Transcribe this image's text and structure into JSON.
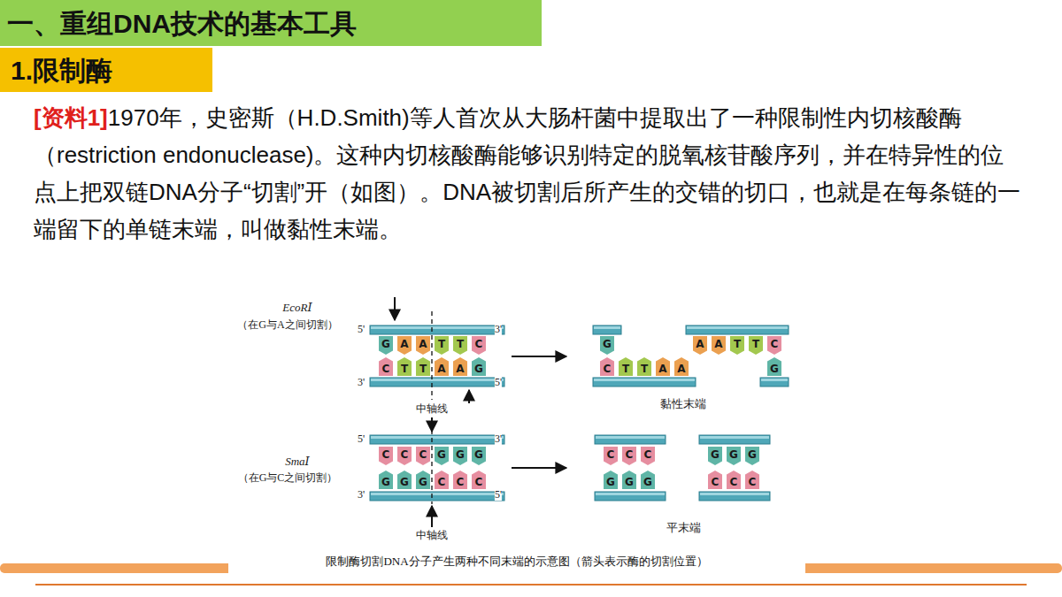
{
  "diagram": {
    "title": "一、重组DNA技术的基本工具",
    "caption": "限制酶切割DNA分子产生两种不同末端的示意图（箭头表示酶的切割位置）",
    "nodes": [
      {
        "text": [
          "1.限制酶"
        ]
      },
      {
        "text": [
          "G"
        ]
      },
      {
        "text": [
          "A"
        ]
      },
      {
        "text": [
          "A"
        ]
      },
      {
        "text": [
          "T"
        ]
      },
      {
        "text": [
          "T"
        ]
      },
      {
        "text": [
          "C"
        ]
      },
      {
        "text": [
          "C"
        ]
      },
      {
        "text": [
          "T"
        ]
      },
      {
        "text": [
          "T"
        ]
      },
      {
        "text": [
          "A"
        ]
      },
      {
        "text": [
          "A"
        ]
      },
      {
        "text": [
          "G"
        ]
      },
      {
        "text": [
          "G"
        ]
      },
      {
        "text": [
          "A"
        ]
      },
      {
        "text": [
          "A"
        ]
      },
      {
        "text": [
          "T"
        ]
      },
      {
        "text": [
          "T"
        ]
      },
      {
        "text": [
          "C"
        ]
      },
      {
        "text": [
          "C"
        ]
      },
      {
        "text": [
          "T"
        ]
      },
      {
        "text": [
          "T"
        ]
      },
      {
        "text": [
          "A"
        ]
      },
      {
        "text": [
          "A"
        ]
      },
      {
        "text": [
          "G"
        ]
      },
      {
        "text": [
          "C"
        ]
      },
      {
        "text": [
          "C"
        ]
      },
      {
        "text": [
          "C"
        ]
      },
      {
        "text": [
          "G"
        ]
      },
      {
        "text": [
          "G"
        ]
      },
      {
        "text": [
          "G"
        ]
      },
      {
        "text": [
          "G"
        ]
      },
      {
        "text": [
          "G"
        ]
      },
      {
        "text": [
          "G"
        ]
      },
      {
        "text": [
          "C"
        ]
      },
      {
        "text": [
          "C"
        ]
      },
      {
        "text": [
          "C"
        ]
      },
      {
        "text": [
          "C"
        ]
      },
      {
        "text": [
          "C"
        ]
      },
      {
        "text": [
          "C"
        ]
      },
      {
        "text": [
          "G"
        ]
      },
      {
        "text": [
          "G"
        ]
      },
      {
        "text": [
          "G"
        ]
      },
      {
        "text": [
          "G"
        ]
      },
      {
        "text": [
          "G"
        ]
      },
      {
        "text": [
          "G"
        ]
      },
      {
        "text": [
          "C"
        ]
      },
      {
        "text": [
          "C"
        ]
      },
      {
        "text": [
          "C"
        ]
      }
    ],
    "labels": [
      "[资料1]",
      "1970年，史密斯（H.D.Smith)等人首次从大肠杆菌中提取出了一种限制性内切核酸酶（restriction endonuclease)。这种内切核酸酶能够识别特定的脱氧核苷酸序列，并在特异性的位点上把双链DNA分子“切割”开（如图）。DNA被切割后所产生的交错的切口，也就是在每条链的一端留下的单链末端，叫做黏性末端。",
      "EcoRⅠ",
      "（在G与A之间切割）",
      "5'",
      "3'",
      "3'",
      "5'",
      "中轴线",
      "黏性末端",
      "SmaⅠ",
      "（在G与C之间切割）",
      "5'",
      "3'",
      "3'",
      "5'",
      "中轴线",
      "平末端"
    ]
  }
}
